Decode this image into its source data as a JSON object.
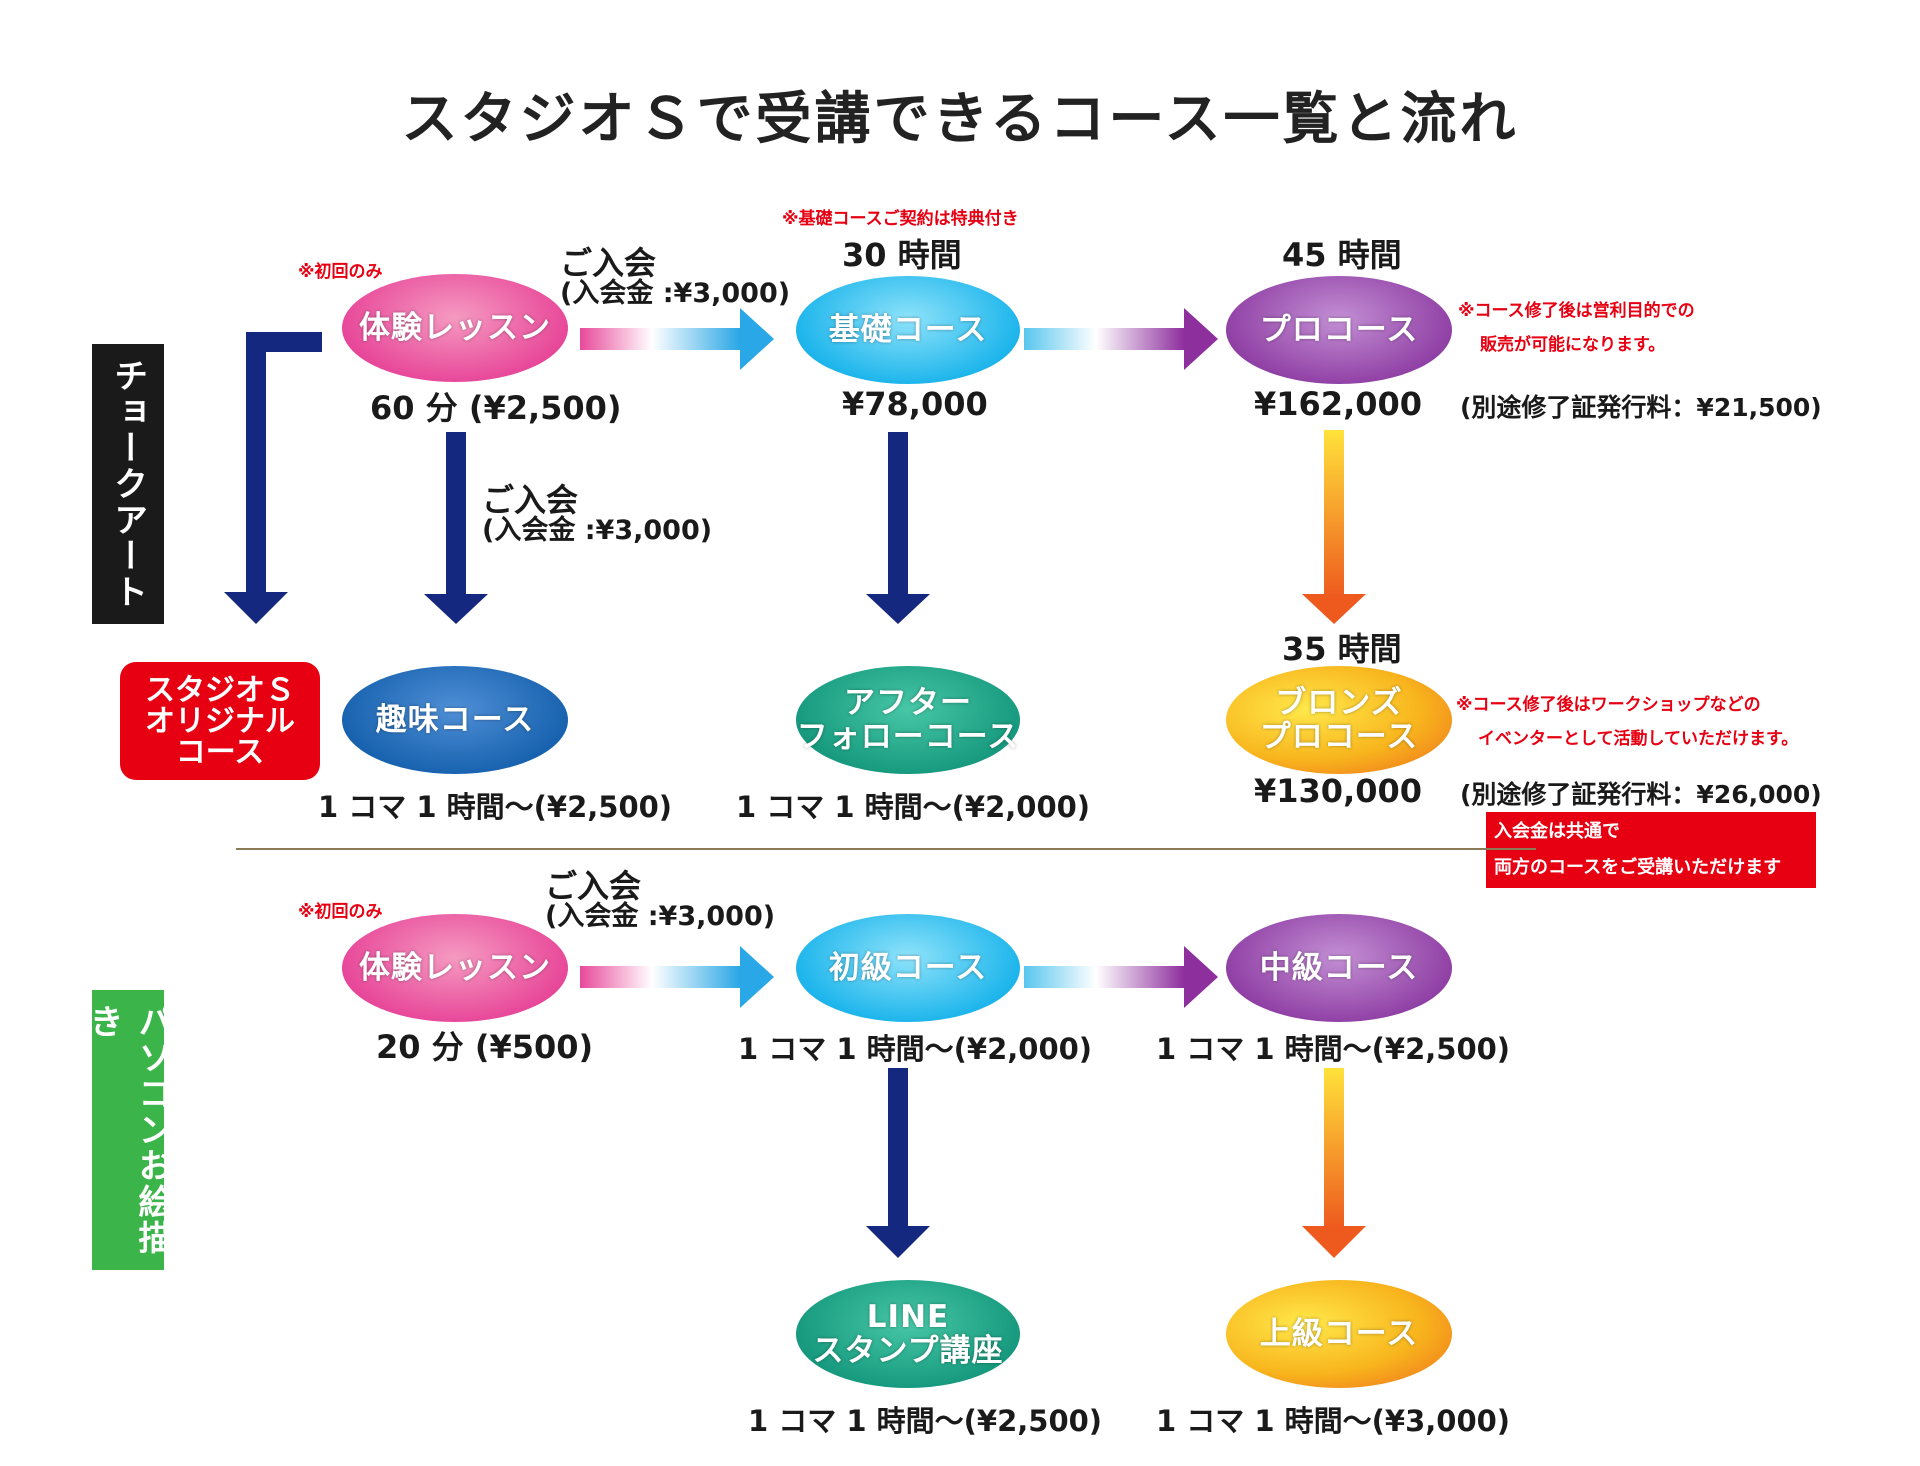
{
  "title": "スタジオＳで受講できるコース一覧と流れ",
  "sections": {
    "chalk_art": "チョークアート",
    "pc_drawing": "パソコンお絵描き"
  },
  "original_course_box": [
    "スタジオＳ",
    "オリジナル",
    "コース"
  ],
  "chalk": {
    "trial": {
      "note": "※初回のみ",
      "name": "体験レッスン",
      "price": "60 分 (¥2,500)"
    },
    "join_right": {
      "line1": "ご入会",
      "line2": "(入会金 :¥3,000)"
    },
    "join_down": {
      "line1": "ご入会",
      "line2": "(入会金 :¥3,000)"
    },
    "basic": {
      "note": "※基礎コースご契約は特典付き",
      "hours": "30 時間",
      "name": "基礎コース",
      "price": "¥78,000"
    },
    "pro": {
      "hours": "45 時間",
      "name": "プロコース",
      "price": "¥162,000",
      "fee": "(別途修了証発行料：¥21,500)",
      "note1": "※コース修了後は営利目的での",
      "note2": "販売が可能になります。"
    },
    "hobby": {
      "name": "趣味コース",
      "price": "1 コマ 1 時間～(¥2,500)"
    },
    "afterfollow": {
      "line1": "アフター",
      "line2": "フォローコース",
      "price": "1 コマ 1 時間～(¥2,000)"
    },
    "bronze": {
      "hours": "35 時間",
      "line1": "ブロンズ",
      "line2": "プロコース",
      "price": "¥130,000",
      "fee": "(別途修了証発行料：¥26,000)",
      "note1": "※コース修了後はワークショップなどの",
      "note2": "イベンターとして活動していただけます。"
    },
    "common_note1": "入会金は共通で",
    "common_note2": "両方のコースをご受講いただけます"
  },
  "pc": {
    "trial": {
      "note": "※初回のみ",
      "name": "体験レッスン",
      "price": "20 分 (¥500)"
    },
    "join_right": {
      "line1": "ご入会",
      "line2": "(入会金 :¥3,000)"
    },
    "beginner": {
      "name": "初級コース",
      "price": "1 コマ 1 時間～(¥2,000)"
    },
    "intermediate": {
      "name": "中級コース",
      "price": "1 コマ 1 時間～(¥2,500)"
    },
    "line_stamp": {
      "line1": "LINE",
      "line2": "スタンプ講座",
      "price": "1 コマ 1 時間～(¥2,500)"
    },
    "advanced": {
      "name": "上級コース",
      "price": "1 コマ 1 時間～(¥3,000)"
    }
  }
}
